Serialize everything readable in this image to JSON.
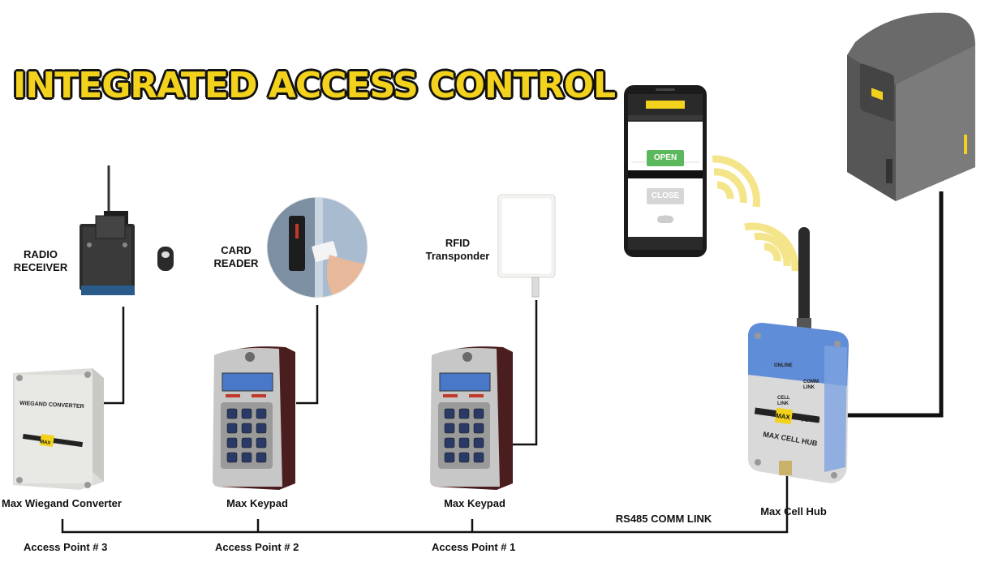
{
  "title": "INTEGRATED ACCESS CONTROL",
  "labels": {
    "radio_receiver": "RADIO\nRECEIVER",
    "card_reader": "CARD\nREADER",
    "rfid_transponder": "RFID\nTransponder",
    "wiegand_converter": "Max Wiegand Converter",
    "keypad_2": "Max Keypad",
    "keypad_1": "Max Keypad",
    "cell_hub": "Max Cell Hub",
    "comm_link": "RS485 COMM LINK"
  },
  "access_points": {
    "ap3": "Access Point # 3",
    "ap2": "Access Point  # 2",
    "ap1": "Access Point  # 1"
  },
  "device_text": {
    "converter_label": "WIEGAND CONVERTER",
    "brand": "MAX",
    "hub_name": "MAX CELL HUB",
    "hub_online": "ONLINE",
    "hub_comm": "COMM\nLINK",
    "hub_cell": "CELL\nLINK",
    "hub_power": "POWER"
  },
  "phone": {
    "open_button": "OPEN",
    "close_button": "CLOSE"
  },
  "colors": {
    "title_yellow": "#f2d21c",
    "wire": "#111111",
    "signal": "#f5e58a",
    "open_green": "#5cb85c",
    "hub_blue": "#4a7fd6"
  }
}
